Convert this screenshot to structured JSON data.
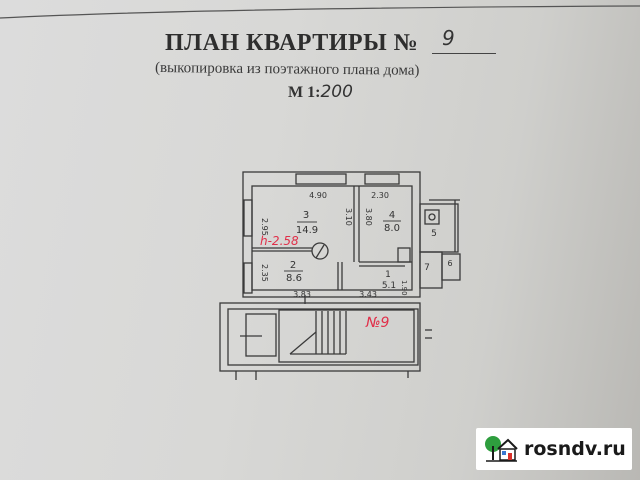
{
  "document": {
    "title": "ПЛАН КВАРТИРЫ №",
    "apartment_number": "9",
    "subtitle": "(выкопировка из поэтажного плана дома)",
    "scale_label": "М 1:",
    "scale_value": "200"
  },
  "floor_plan": {
    "ceiling_height": "h-2.58",
    "apartment_mark": "№9",
    "rooms": [
      {
        "id": "3",
        "area": "14.9"
      },
      {
        "id": "4",
        "area": "8.0"
      },
      {
        "id": "2",
        "area": "8.6"
      },
      {
        "id": "1",
        "area": "5.1"
      },
      {
        "id": "5",
        "area": ""
      },
      {
        "id": "7",
        "area": ""
      },
      {
        "id": "6",
        "area": ""
      }
    ],
    "dimensions": {
      "room3_width": "4.90",
      "room3_height": "2.95",
      "room3_right": "3.10",
      "room4_width": "2.30",
      "room4_height": "3.80",
      "room2_height": "2.35",
      "room2_width": "3.83",
      "room1_width": "3.43",
      "room1_side": "1.90"
    },
    "colors": {
      "ink": "#333333",
      "red_annotation": "#e0304a",
      "paper": "#d8d8d6"
    }
  },
  "watermark": {
    "site": "rosndv.ru",
    "colors": {
      "tree": "#2e9e3e",
      "roof": "#1a1a1a",
      "door": "#d9302a",
      "window": "#3a78d0"
    }
  }
}
